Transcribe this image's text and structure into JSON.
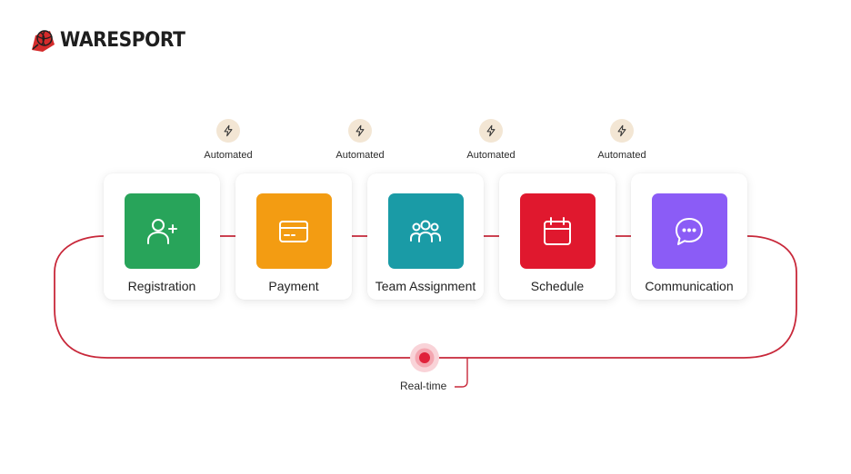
{
  "brand": {
    "name": "WARESPORT",
    "icon": "basketball-logo-icon",
    "color": "#d42b2b"
  },
  "colors": {
    "accent_line": "#c8283a",
    "pulse": "#e0213a",
    "badge_bg": "#f3e6d4"
  },
  "automations": [
    {
      "label": "Automated",
      "icon": "lightning-bolt-icon"
    },
    {
      "label": "Automated",
      "icon": "lightning-bolt-icon"
    },
    {
      "label": "Automated",
      "icon": "lightning-bolt-icon"
    },
    {
      "label": "Automated",
      "icon": "lightning-bolt-icon"
    }
  ],
  "steps": [
    {
      "label": "Registration",
      "icon": "user-add-icon",
      "color": "#28a45a"
    },
    {
      "label": "Payment",
      "icon": "credit-card-icon",
      "color": "#f39c12"
    },
    {
      "label": "Team Assignment",
      "icon": "users-group-icon",
      "color": "#1a9ba6"
    },
    {
      "label": "Schedule",
      "icon": "calendar-icon",
      "color": "#e0182e"
    },
    {
      "label": "Communication",
      "icon": "chat-bubble-icon",
      "color": "#8b5cf6"
    }
  ],
  "realtime": {
    "label": "Real-time"
  }
}
